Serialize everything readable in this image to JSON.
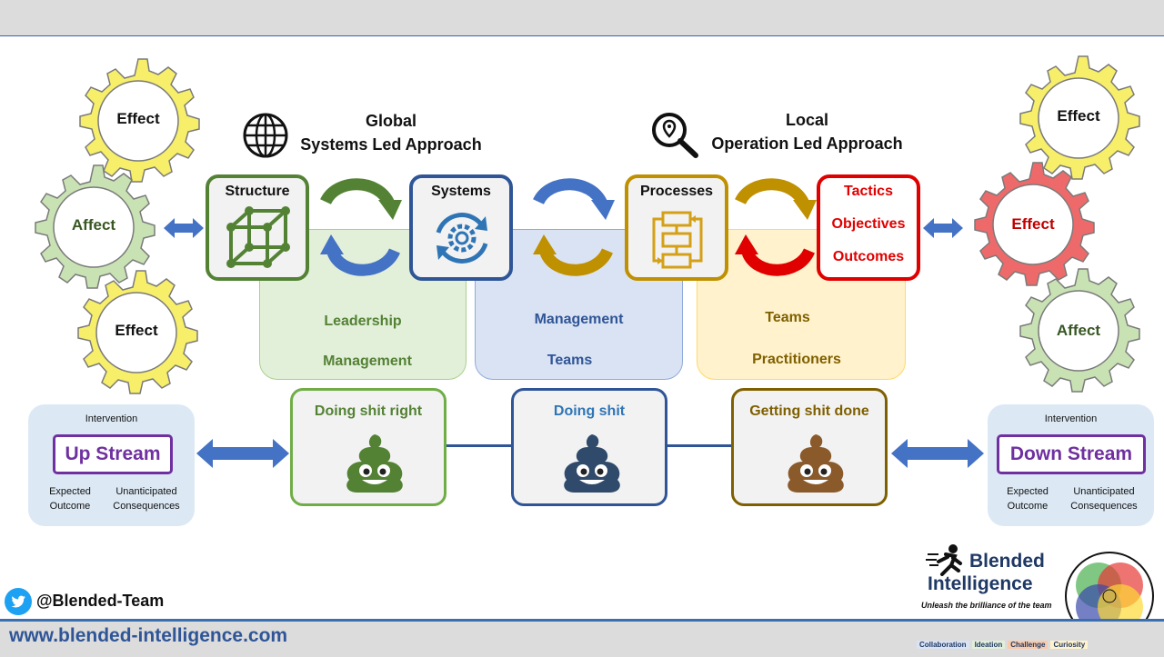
{
  "gears": {
    "left_top": {
      "label": "Effect"
    },
    "left_mid": {
      "label": "Affect"
    },
    "left_bottom": {
      "label": "Effect"
    },
    "right_top": {
      "label": "Effect"
    },
    "right_mid": {
      "label": "Effect"
    },
    "right_bottom": {
      "label": "Affect"
    }
  },
  "global": {
    "line1": "Global",
    "line2": "Systems Led Approach"
  },
  "local": {
    "line1": "Local",
    "line2": "Operation Led Approach"
  },
  "boxes": {
    "structure": "Structure",
    "systems": "Systems",
    "processes": "Processes",
    "outcomes": [
      "Tactics",
      "Objectives",
      "Outcomes"
    ]
  },
  "panels": {
    "green": [
      "Leadership",
      "Management"
    ],
    "blue": [
      "Management",
      "Teams"
    ],
    "yellow": [
      "Teams",
      "Practitioners"
    ]
  },
  "doing": {
    "right": "Doing shit right",
    "doing": "Doing shit",
    "done": "Getting shit done"
  },
  "upstream": {
    "intervention": "Intervention",
    "button": "Up Stream",
    "expected": [
      "Expected",
      "Outcome"
    ],
    "unanticipated": [
      "Unanticipated",
      "Consequences"
    ]
  },
  "downstream": {
    "intervention": "Intervention",
    "button": "Down Stream",
    "expected": [
      "Expected",
      "Outcome"
    ],
    "unanticipated": [
      "Unanticipated",
      "Consequences"
    ]
  },
  "footer": {
    "twitter": "@Blended-Team",
    "url": "www.blended-intelligence.com"
  },
  "logo": {
    "line1": "Blended",
    "line2": "Intelligence",
    "tagline": "Unleash the brilliance of the team",
    "tags": [
      "Collaboration",
      "Ideation",
      "Challenge",
      "Curiosity"
    ]
  },
  "colors": {
    "yellow_gear": "#f7ee6a",
    "green_gear": "#c8e2b4",
    "red_gear": "#ee6a6a",
    "green": "#548235",
    "blue": "#2f5597",
    "gold": "#bf9000",
    "red": "#e00000",
    "purple": "#7030a0"
  }
}
